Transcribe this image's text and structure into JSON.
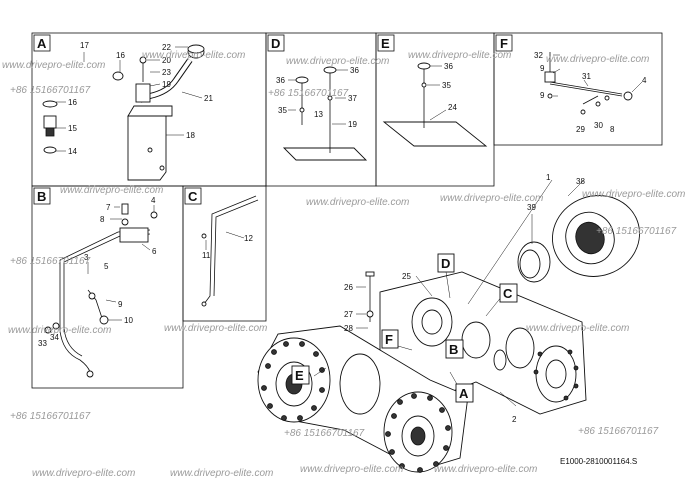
{
  "panels": {
    "A": {
      "letter": "A",
      "callouts": [
        "17",
        "16",
        "22",
        "20",
        "23",
        "19",
        "21",
        "16",
        "15",
        "14",
        "18"
      ]
    },
    "D": {
      "letter": "D",
      "callouts": [
        "36",
        "36",
        "37",
        "35",
        "13",
        "19"
      ]
    },
    "E": {
      "letter": "E",
      "callouts": [
        "36",
        "35",
        "24"
      ]
    },
    "F": {
      "letter": "F",
      "callouts": [
        "32",
        "9",
        "31",
        "4",
        "9",
        "29",
        "30",
        "8"
      ]
    },
    "B": {
      "letter": "B",
      "callouts": [
        "7",
        "4",
        "8",
        "6",
        "3",
        "5",
        "9",
        "10",
        "33",
        "34"
      ]
    },
    "C": {
      "letter": "C",
      "callouts": [
        "11",
        "12"
      ]
    }
  },
  "main": {
    "callouts": [
      "1",
      "38",
      "39",
      "26",
      "25",
      "27",
      "28",
      "2"
    ],
    "view_tags": [
      "D",
      "C",
      "F",
      "B",
      "E",
      "A"
    ]
  },
  "watermarks": {
    "site": "www.drivepro-elite.com",
    "phone": "+86 15166701167"
  },
  "drawing_code": "E1000-2810001164.S"
}
